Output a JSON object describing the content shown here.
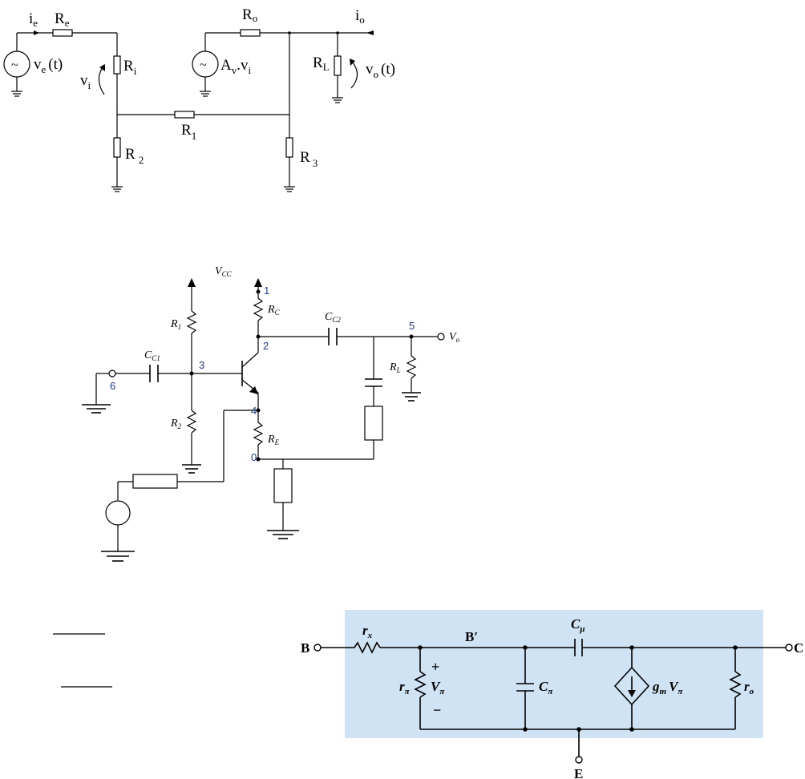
{
  "diagram1": {
    "labels": {
      "ie_main": "i",
      "ie_sub": "e",
      "re_main": "R",
      "re_sub": "e",
      "ve_main": "v",
      "ve_sub": "e",
      "ve_tail": "(t)",
      "vi_main": "v",
      "vi_sub": "i",
      "ri_main": "R",
      "ri_sub": "i",
      "r1_main": "R",
      "r1_sub": "1",
      "r2_main": "R",
      "r2_sub": "2",
      "ro_main": "R",
      "ro_sub": "o",
      "av_main": "A",
      "av_sub": "v",
      "av_mid": ".v",
      "av_sub2": "i",
      "io_main": "i",
      "io_sub": "o",
      "rl_main": "R",
      "rl_sub": "L",
      "vo_main": "v",
      "vo_sub": "o",
      "vo_tail": "(t)",
      "r3_main": "R",
      "r3_sub": "3",
      "source_symbol": "~"
    }
  },
  "diagram2": {
    "labels": {
      "vcc_main": "V",
      "vcc_sub": "CC",
      "r1_main": "R",
      "r1_sub": "1",
      "r2_main": "R",
      "r2_sub": "2",
      "rc_main": "R",
      "rc_sub": "C",
      "re_main": "R",
      "re_sub": "E",
      "rl_main": "R",
      "rl_sub": "L",
      "cc1_main": "C",
      "cc1_sub": "C1",
      "cc2_main": "C",
      "cc2_sub": "C2",
      "vo_main": "V",
      "vo_sub": "o"
    },
    "nodes": [
      "1",
      "2",
      "3",
      "4",
      "5",
      "6",
      "0"
    ]
  },
  "diagram3": {
    "labels": {
      "b": "B",
      "c": "C",
      "e": "E",
      "bprime": "B′",
      "rx_main": "r",
      "rx_sub": "x",
      "rpi_main": "r",
      "rpi_sub": "π",
      "vpi_main": "V",
      "vpi_sub": "π",
      "plus": "+",
      "minus": "−",
      "cpi_main": "C",
      "cpi_sub": "π",
      "cmu_main": "C",
      "cmu_sub": "μ",
      "gm_main": "g",
      "gm_sub": "m",
      "gm_v": "V",
      "gm_vsub": "π",
      "ro_main": "r",
      "ro_sub": "o"
    },
    "panel_color": "#cfe3f5"
  },
  "colors": {
    "wire": "#000000",
    "node_number": "#1f3a8a",
    "panel": "#cfe3f5"
  }
}
